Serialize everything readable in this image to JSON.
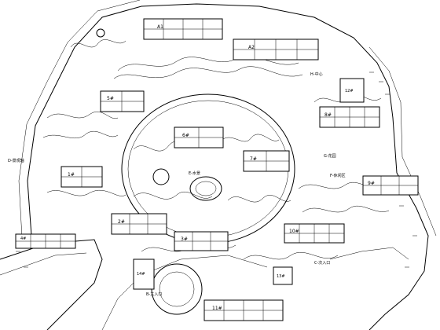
{
  "plan": {
    "bg_color": "#ffffff",
    "line_color": "#000000",
    "labels": {
      "l1": "A1",
      "l2": "A2",
      "l3": "5#",
      "l4": "6#",
      "l5": "7#",
      "l6": "8#",
      "l7": "9#",
      "l8": "10#",
      "l9": "11#",
      "l10": "1#",
      "l11": "2#",
      "l12": "3#",
      "l13": "4#",
      "l14": "12#",
      "l15": "13#",
      "l16": "14#",
      "l17": "B-主入口",
      "l18": "C-次入口",
      "l19": "D-景观轴",
      "l20": "E-水景",
      "l21": "F-休闲区",
      "l22": "G-花园",
      "l23": "H-中心"
    }
  }
}
